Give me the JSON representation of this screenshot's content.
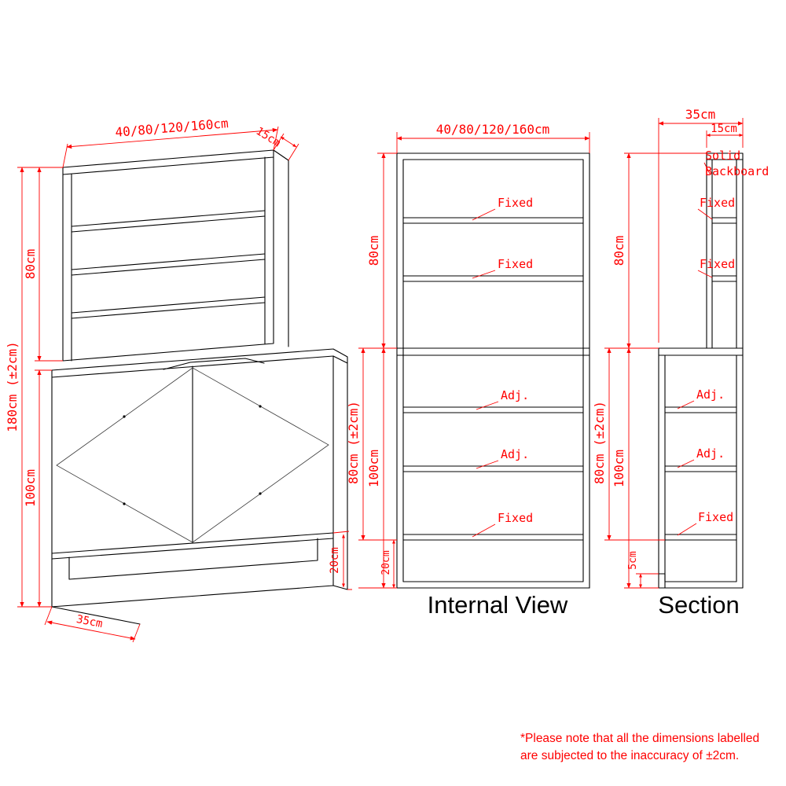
{
  "colors": {
    "dimension": "#ff0000",
    "line": "#000000",
    "background": "#ffffff"
  },
  "perspective": {
    "width_label": "40/80/120/160cm",
    "hutch_depth_label": "15cm",
    "hutch_height_label": "80cm",
    "total_height_label": "180cm (±2cm)",
    "base_height_label": "100cm",
    "base_depth_label": "35cm",
    "plinth_height_label": "20cm"
  },
  "internal": {
    "title": "Internal View",
    "width_label": "40/80/120/160cm",
    "top_height_label": "80cm",
    "tolerance_height_label": "80cm (±2cm)",
    "lower_height_label": "100cm",
    "plinth_height_label": "20cm",
    "shelf_labels": {
      "s1": "Fixed",
      "s2": "Fixed",
      "s3": "Adj.",
      "s4": "Adj.",
      "s5": "Fixed"
    }
  },
  "section": {
    "title": "Section",
    "depth_label": "35cm",
    "hutch_depth_label": "15cm",
    "top_height_label": "80cm",
    "tolerance_height_label": "80cm (±2cm)",
    "lower_height_label": "100cm",
    "bottom_offset_label": "5cm",
    "backboard_label_line1": "Solid",
    "backboard_label_line2": "Backboard",
    "shelf_labels": {
      "s1": "Fixed",
      "s2": "Fixed",
      "s3": "Adj.",
      "s4": "Adj.",
      "s5": "Fixed"
    }
  },
  "footnote": {
    "line1": "*Please note that all the dimensions labelled",
    "line2": "are subjected to the inaccuracy of ±2cm."
  }
}
